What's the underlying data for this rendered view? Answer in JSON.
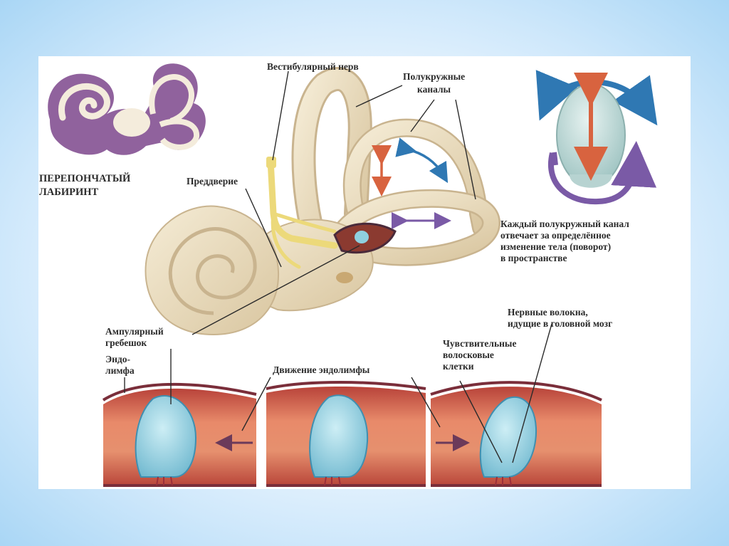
{
  "labels": {
    "vestibular_nerve": "Вестибулярный нерв",
    "semicircular_canals_1": "Полукружные",
    "semicircular_canals_2": "каналы",
    "membranous_1": "ПЕРЕПОНЧАТЫЙ",
    "membranous_2": "ЛАБИРИНТ",
    "vestibule": "Преддверие",
    "caption_1": "Каждый полукружный канал",
    "caption_2": "отвечает за определённое",
    "caption_3": "изменение тела  (поворот)",
    "caption_4": "в пространстве",
    "nerve_fibers_1": "Нервные волокна,",
    "nerve_fibers_2": "идущие в головной мозг",
    "ampullary_1": "Ампулярный",
    "ampullary_2": "гребешок",
    "endolymph_1": "Эндо-",
    "endolymph_2": "лимфа",
    "hair_cells_1": "Чувствительные",
    "hair_cells_2": "волосковые",
    "hair_cells_3": "клетки",
    "endolymph_motion": "Движение эндолимфы"
  },
  "colors": {
    "bone": "#e9dcc0",
    "bone_dark": "#c9b48f",
    "nerve": "#ecd97a",
    "tissue": "#d8664f",
    "cupula": "#8fd0e0",
    "membrane_purple": "#8a5a98",
    "arrow_orange": "#d8633f",
    "arrow_blue": "#2f78b3",
    "arrow_violet": "#7a5aa6"
  }
}
